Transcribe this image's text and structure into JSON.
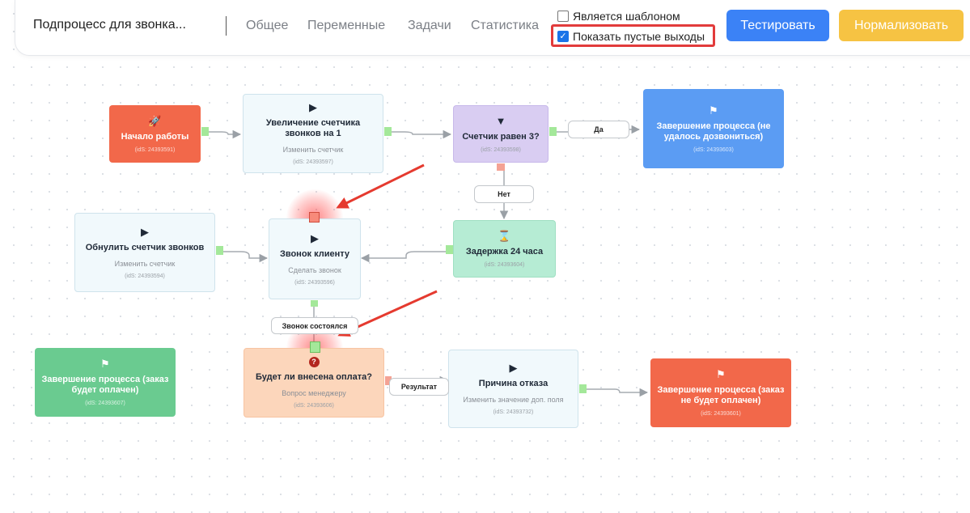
{
  "header": {
    "process_title": "Подпроцесс для звонка...",
    "tabs": [
      "Общее",
      "Переменные",
      "Задачи",
      "Статистика"
    ],
    "checkbox_template": {
      "label": "Является шаблоном",
      "checked": false
    },
    "checkbox_empty_outputs": {
      "label": "Показать пустые выходы",
      "checked": true
    },
    "test_button": "Тестировать",
    "normalize_button": "Нормализовать"
  },
  "nodes": {
    "start": {
      "title": "Начало работы",
      "id": "(idS: 24393591)",
      "icon": "rocket-icon"
    },
    "increment": {
      "title": "Увеличение счетчика звонков на 1",
      "subtitle": "Изменить счетчик",
      "id": "(idS: 24393597)",
      "icon": "play-icon"
    },
    "counter_check": {
      "title": "Счетчик равен 3?",
      "id": "(idS: 24393598)",
      "icon": "filter-icon"
    },
    "end_no_call": {
      "title": "Завершение процесса (не удалось дозвониться)",
      "id": "(idS: 24393603)",
      "icon": "flag-icon"
    },
    "reset": {
      "title": "Обнулить счетчик звонков",
      "subtitle": "Изменить счетчик",
      "id": "(idS: 24393594)",
      "icon": "play-icon"
    },
    "call": {
      "title": "Звонок клиенту",
      "subtitle": "Сделать звонок",
      "id": "(idS: 24393596)",
      "icon": "play-icon"
    },
    "delay": {
      "title": "Задержка 24 часа",
      "id": "(idS: 24393604)",
      "icon": "hourglass-icon"
    },
    "end_paid": {
      "title": "Завершение процесса (заказ будет оплачен)",
      "id": "(idS: 24393607)",
      "icon": "flag-icon"
    },
    "payment_q": {
      "title": "Будет ли внесена оплата?",
      "subtitle": "Вопрос менеджеру",
      "id": "(idS: 24393606)",
      "icon": "question-icon"
    },
    "reject": {
      "title": "Причина отказа",
      "subtitle": "Изменить значение доп. поля",
      "id": "(idS: 24393732)",
      "icon": "play-icon"
    },
    "end_not_paid": {
      "title": "Завершение процесса (заказ не будет оплачен)",
      "id": "(idS: 24393601)",
      "icon": "flag-icon"
    }
  },
  "edge_labels": {
    "yes": "Да",
    "no": "Нет",
    "call_done": "Звонок состоялся",
    "result": "Результат"
  },
  "colors": {
    "accent_blue": "#3b82f6",
    "accent_yellow": "#f6c343",
    "annotation_red": "#e23b3b"
  }
}
